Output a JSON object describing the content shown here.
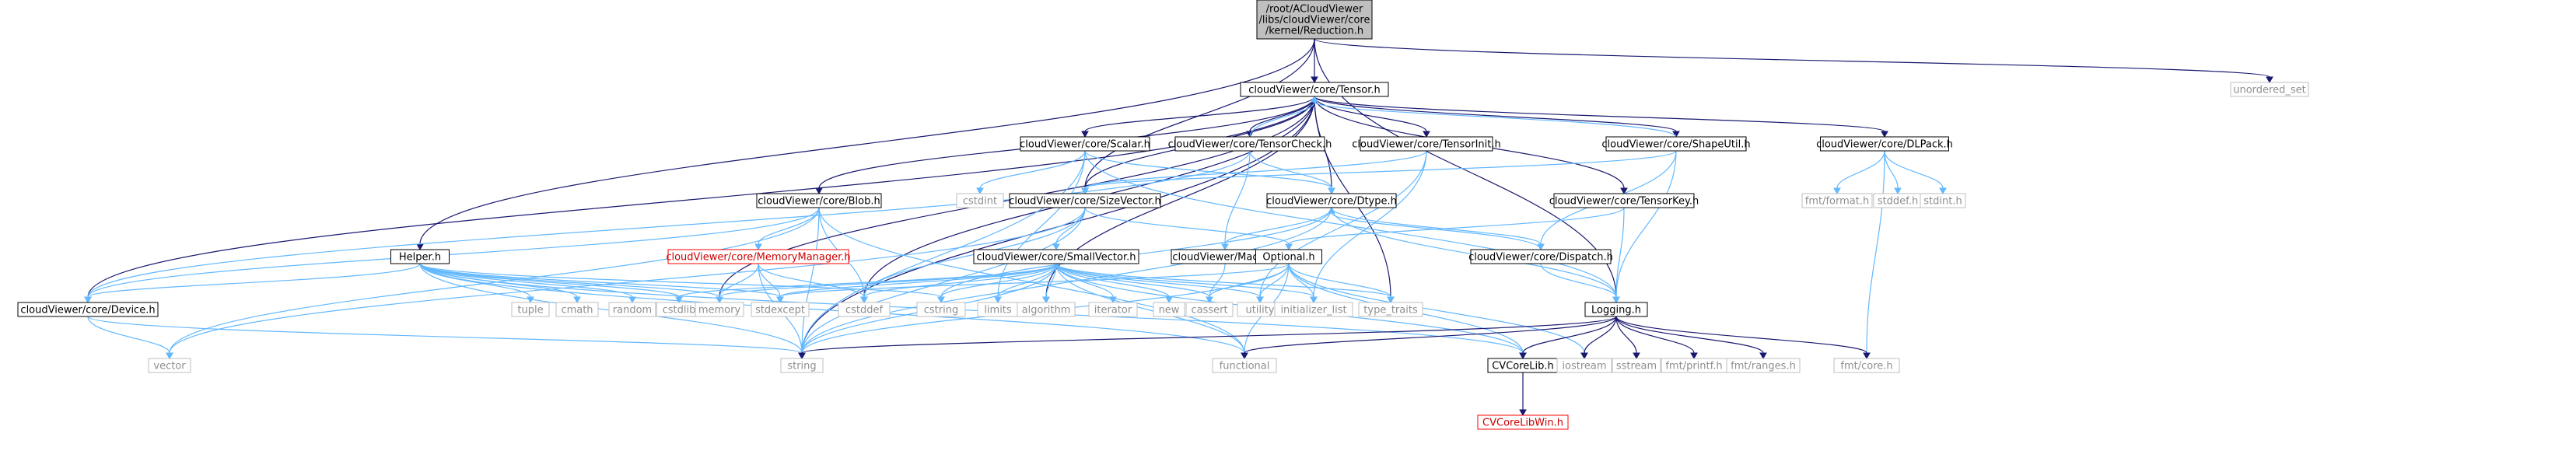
{
  "graph": {
    "title": "Include dependency graph for Reduction.h",
    "root": {
      "id": "reduction",
      "lines": [
        "/root/ACloudViewer",
        "/libs/cloudViewer/core",
        "/kernel/Reduction.h"
      ]
    },
    "nodes": [
      {
        "id": "tensor",
        "label": "cloudViewer/core/Tensor.h",
        "kind": "file"
      },
      {
        "id": "unordered_set",
        "label": "unordered_set",
        "kind": "system"
      },
      {
        "id": "helper",
        "label": "Helper.h",
        "kind": "file"
      },
      {
        "id": "device",
        "label": "cloudViewer/core/Device.h",
        "kind": "file"
      },
      {
        "id": "sizevector",
        "label": "cloudViewer/core/SizeVector.h",
        "kind": "file"
      },
      {
        "id": "logging",
        "label": "Logging.h",
        "kind": "file"
      },
      {
        "id": "blob",
        "label": "cloudViewer/core/Blob.h",
        "kind": "file"
      },
      {
        "id": "scalar",
        "label": "cloudViewer/core/Scalar.h",
        "kind": "file"
      },
      {
        "id": "tensorcheck",
        "label": "cloudViewer/core/TensorCheck.h",
        "kind": "file"
      },
      {
        "id": "tensorinit",
        "label": "cloudViewer/core/TensorInit.h",
        "kind": "file"
      },
      {
        "id": "shapeutil",
        "label": "cloudViewer/core/ShapeUtil.h",
        "kind": "file"
      },
      {
        "id": "dlpack",
        "label": "cloudViewer/core/DLPack.h",
        "kind": "file"
      },
      {
        "id": "dtype",
        "label": "cloudViewer/core/Dtype.h",
        "kind": "file"
      },
      {
        "id": "tensorkey",
        "label": "cloudViewer/core/TensorKey.h",
        "kind": "file"
      },
      {
        "id": "memorymanager",
        "label": "cloudViewer/core/MemoryManager.h",
        "kind": "missing"
      },
      {
        "id": "smallvector",
        "label": "cloudViewer/core/SmallVector.h",
        "kind": "file"
      },
      {
        "id": "macro",
        "label": "cloudViewer/Macro.h",
        "kind": "file"
      },
      {
        "id": "dispatch",
        "label": "cloudViewer/core/Dispatch.h",
        "kind": "file"
      },
      {
        "id": "optional",
        "label": "Optional.h",
        "kind": "file"
      },
      {
        "id": "cvcorelib",
        "label": "CVCoreLib.h",
        "kind": "file"
      },
      {
        "id": "cvcorelibwin",
        "label": "CVCoreLibWin.h",
        "kind": "missing"
      },
      {
        "id": "cstdint",
        "label": "cstdint",
        "kind": "system"
      },
      {
        "id": "fmt_format",
        "label": "fmt/format.h",
        "kind": "system"
      },
      {
        "id": "stddef",
        "label": "stddef.h",
        "kind": "system"
      },
      {
        "id": "stdint",
        "label": "stdint.h",
        "kind": "system"
      },
      {
        "id": "fmt_core",
        "label": "fmt/core.h",
        "kind": "system"
      },
      {
        "id": "vector",
        "label": "vector",
        "kind": "system"
      },
      {
        "id": "string",
        "label": "string",
        "kind": "system"
      },
      {
        "id": "functional",
        "label": "functional",
        "kind": "system"
      },
      {
        "id": "tuple",
        "label": "tuple",
        "kind": "system"
      },
      {
        "id": "cmath",
        "label": "cmath",
        "kind": "system"
      },
      {
        "id": "random",
        "label": "random",
        "kind": "system"
      },
      {
        "id": "cstdlib",
        "label": "cstdlib",
        "kind": "system"
      },
      {
        "id": "memory",
        "label": "memory",
        "kind": "system"
      },
      {
        "id": "stdexcept",
        "label": "stdexcept",
        "kind": "system"
      },
      {
        "id": "cstddef",
        "label": "cstddef",
        "kind": "system"
      },
      {
        "id": "cstring",
        "label": "cstring",
        "kind": "system"
      },
      {
        "id": "limits",
        "label": "limits",
        "kind": "system"
      },
      {
        "id": "algorithm",
        "label": "algorithm",
        "kind": "system"
      },
      {
        "id": "iterator",
        "label": "iterator",
        "kind": "system"
      },
      {
        "id": "new",
        "label": "new",
        "kind": "system"
      },
      {
        "id": "cassert",
        "label": "cassert",
        "kind": "system"
      },
      {
        "id": "utility",
        "label": "utility",
        "kind": "system"
      },
      {
        "id": "initializer_list",
        "label": "initializer_list",
        "kind": "system"
      },
      {
        "id": "type_traits",
        "label": "type_traits",
        "kind": "system"
      },
      {
        "id": "iostream",
        "label": "iostream",
        "kind": "system"
      },
      {
        "id": "sstream",
        "label": "sstream",
        "kind": "system"
      },
      {
        "id": "fmt_printf",
        "label": "fmt/printf.h",
        "kind": "system"
      },
      {
        "id": "fmt_ranges",
        "label": "fmt/ranges.h",
        "kind": "system"
      }
    ],
    "edges": [
      [
        "reduction",
        "tensor"
      ],
      [
        "reduction",
        "unordered_set"
      ],
      [
        "reduction",
        "helper"
      ],
      [
        "reduction",
        "sizevector"
      ],
      [
        "reduction",
        "logging"
      ],
      [
        "tensor",
        "device"
      ],
      [
        "tensor",
        "sizevector"
      ],
      [
        "tensor",
        "blob"
      ],
      [
        "tensor",
        "scalar"
      ],
      [
        "tensor",
        "tensorcheck"
      ],
      [
        "tensor",
        "tensorinit"
      ],
      [
        "tensor",
        "shapeutil"
      ],
      [
        "tensor",
        "dlpack"
      ],
      [
        "tensor",
        "dtype"
      ],
      [
        "tensor",
        "tensorkey"
      ],
      [
        "tensor",
        "string"
      ],
      [
        "tensor",
        "memory"
      ],
      [
        "tensor",
        "cstddef"
      ],
      [
        "tensor",
        "algorithm"
      ],
      [
        "tensor",
        "type_traits"
      ],
      [
        "tensorcheck",
        "tensor"
      ],
      [
        "tensorcheck",
        "dtype"
      ],
      [
        "tensorcheck",
        "device"
      ],
      [
        "tensorcheck",
        "macro"
      ],
      [
        "scalar",
        "cstdint"
      ],
      [
        "scalar",
        "dtype"
      ],
      [
        "scalar",
        "logging"
      ],
      [
        "scalar",
        "limits"
      ],
      [
        "scalar",
        "string"
      ],
      [
        "tensorinit",
        "sizevector"
      ],
      [
        "tensorinit",
        "utility"
      ],
      [
        "tensorinit",
        "initializer_list"
      ],
      [
        "shapeutil",
        "sizevector"
      ],
      [
        "shapeutil",
        "tensor"
      ],
      [
        "shapeutil",
        "logging"
      ],
      [
        "shapeutil",
        "dispatch"
      ],
      [
        "dlpack",
        "fmt_format"
      ],
      [
        "dlpack",
        "stddef"
      ],
      [
        "dlpack",
        "stdint"
      ],
      [
        "dlpack",
        "fmt_core"
      ],
      [
        "tensorkey",
        "optional"
      ],
      [
        "tensorkey",
        "logging"
      ],
      [
        "blob",
        "device"
      ],
      [
        "blob",
        "memorymanager"
      ],
      [
        "blob",
        "cstddef"
      ],
      [
        "blob",
        "string"
      ],
      [
        "blob",
        "functional"
      ],
      [
        "blob",
        "vector"
      ],
      [
        "sizevector",
        "smallvector"
      ],
      [
        "sizevector",
        "optional"
      ],
      [
        "sizevector",
        "cstddef"
      ],
      [
        "sizevector",
        "string"
      ],
      [
        "sizevector",
        "vector"
      ],
      [
        "dtype",
        "macro"
      ],
      [
        "dtype",
        "dispatch"
      ],
      [
        "dtype",
        "logging"
      ],
      [
        "dtype",
        "string"
      ],
      [
        "dtype",
        "cstring"
      ],
      [
        "dispatch",
        "dtype"
      ],
      [
        "dispatch",
        "logging"
      ],
      [
        "memorymanager",
        "memory"
      ],
      [
        "memorymanager",
        "string"
      ],
      [
        "memorymanager",
        "stdexcept"
      ],
      [
        "memorymanager",
        "cstddef"
      ],
      [
        "smallvector",
        "cstdlib"
      ],
      [
        "smallvector",
        "algorithm"
      ],
      [
        "smallvector",
        "cassert"
      ],
      [
        "smallvector",
        "cstddef"
      ],
      [
        "smallvector",
        "cstring"
      ],
      [
        "smallvector",
        "functional"
      ],
      [
        "smallvector",
        "initializer_list"
      ],
      [
        "smallvector",
        "iterator"
      ],
      [
        "smallvector",
        "limits"
      ],
      [
        "smallvector",
        "memory"
      ],
      [
        "smallvector",
        "new"
      ],
      [
        "smallvector",
        "type_traits"
      ],
      [
        "smallvector",
        "utility"
      ],
      [
        "smallvector",
        "stdexcept"
      ],
      [
        "smallvector",
        "string"
      ],
      [
        "smallvector",
        "cvcorelib"
      ],
      [
        "macro",
        "cassert"
      ],
      [
        "optional",
        "cassert"
      ],
      [
        "optional",
        "functional"
      ],
      [
        "optional",
        "initializer_list"
      ],
      [
        "optional",
        "stdexcept"
      ],
      [
        "optional",
        "string"
      ],
      [
        "optional",
        "type_traits"
      ],
      [
        "optional",
        "utility"
      ],
      [
        "optional",
        "cvcorelib"
      ],
      [
        "optional",
        "iostream"
      ],
      [
        "helper",
        "device"
      ],
      [
        "helper",
        "tuple"
      ],
      [
        "helper",
        "cmath"
      ],
      [
        "helper",
        "random"
      ],
      [
        "helper",
        "cstdlib"
      ],
      [
        "helper",
        "memory"
      ],
      [
        "helper",
        "stdexcept"
      ],
      [
        "helper",
        "string"
      ],
      [
        "helper",
        "functional"
      ],
      [
        "helper",
        "cstring"
      ],
      [
        "helper",
        "cvcorelib"
      ],
      [
        "device",
        "vector"
      ],
      [
        "device",
        "string"
      ],
      [
        "logging",
        "functional"
      ],
      [
        "logging",
        "string"
      ],
      [
        "logging",
        "cvcorelib"
      ],
      [
        "logging",
        "iostream"
      ],
      [
        "logging",
        "sstream"
      ],
      [
        "logging",
        "fmt_printf"
      ],
      [
        "logging",
        "fmt_ranges"
      ],
      [
        "logging",
        "fmt_core"
      ],
      [
        "cvcorelib",
        "cvcorelibwin"
      ]
    ],
    "colors": {
      "edge": "#63b8ff",
      "edge_dark": "#191970",
      "file_border": "#000000",
      "system_border": "#bfbfbf",
      "missing_border": "#ff0000",
      "root_fill": "#bfbfbf"
    }
  }
}
